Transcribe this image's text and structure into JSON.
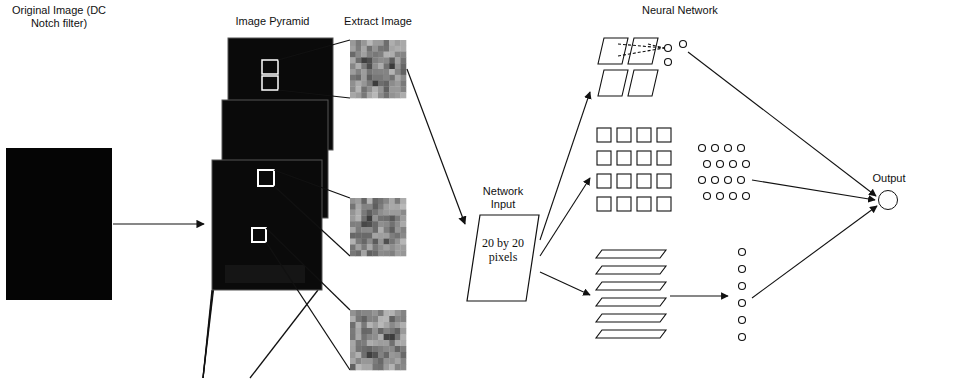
{
  "diagram": {
    "nodes": [
      {
        "text": [
          "Original Image (DC Notch filter)"
        ]
      },
      {
        "text": [
          "Image Pyramid"
        ]
      },
      {
        "text": [
          "Extract Image"
        ]
      },
      {
        "text": [
          "Network Input",
          "20 by 20 pixels"
        ]
      },
      {
        "text": [
          "Output"
        ]
      }
    ],
    "edges": [
      {
        "from": 0,
        "to": 1,
        "arrow": "to"
      },
      {
        "from": 2,
        "to": 3,
        "arrow": "to"
      }
    ],
    "labels": [
      "Neural Network"
    ]
  }
}
